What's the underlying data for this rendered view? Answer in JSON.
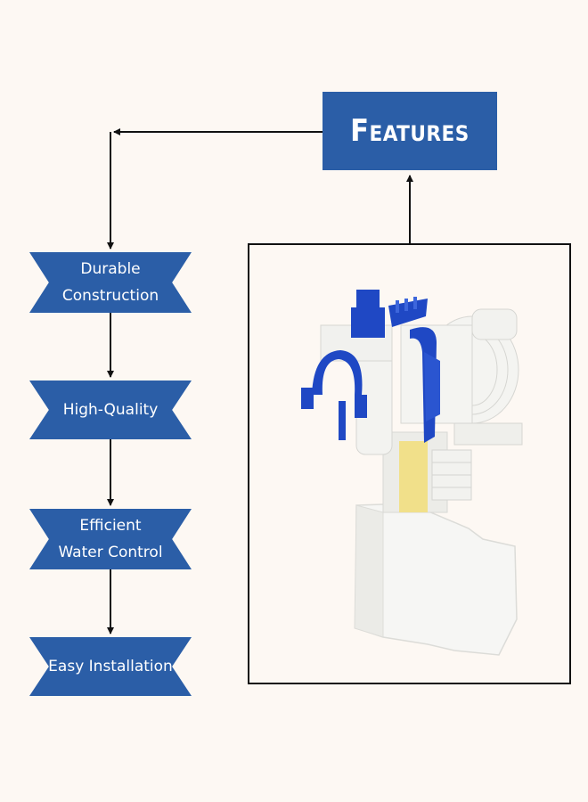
{
  "title": "Features",
  "features": [
    "Durable Construction",
    "High-Quality",
    "Efficient Water Control",
    "Easy Installation"
  ],
  "colors": {
    "background": "#fdf8f3",
    "accent": "#2b5ea7",
    "line": "#111111",
    "part_blue": "#1f48c4",
    "part_white": "#f2f2ef",
    "part_yellow": "#f1e08a"
  },
  "image": "fill-valve-product-photo"
}
